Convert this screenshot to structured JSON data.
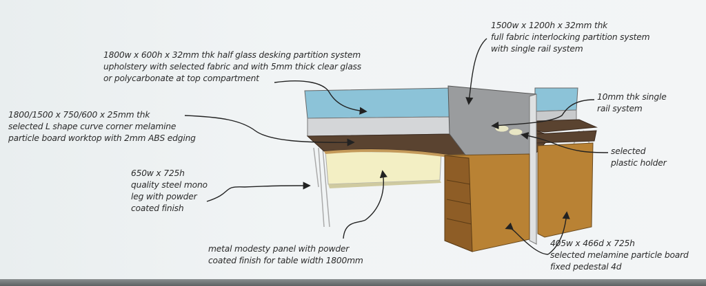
{
  "annotations": {
    "glass_partition": [
      "1800w x 600h x 32mm thk half glass desking partition system",
      "upholstery with selected fabric and with 5mm thick clear glass",
      "or polycarbonate at top compartment"
    ],
    "worktop": [
      "1800/1500 x 750/600 x 25mm thk",
      "selected L shape curve corner melamine",
      "particle board worktop with 2mm ABS edging"
    ],
    "leg": [
      "650w x 725h",
      "quality steel mono",
      "leg with powder",
      "coated finish"
    ],
    "modesty_panel": [
      "metal modesty panel with powder",
      "coated finish for table width 1800mm"
    ],
    "fabric_partition": [
      "1500w x 1200h x 32mm thk",
      "full fabric interlocking partition system",
      "with single rail system"
    ],
    "rail": [
      "10mm thk single",
      "rail system"
    ],
    "plastic_holder": [
      "selected",
      "plastic holder"
    ],
    "pedestal": [
      "405w x 466d x 725h",
      "selected melamine particle board",
      "fixed pedestal 4d"
    ]
  },
  "colors": {
    "glass": "#8cc3d8",
    "partition": "#9a9c9e",
    "worktop": "#5a4330",
    "pedestal": "#b98234",
    "modesty": "#f3efc4"
  }
}
